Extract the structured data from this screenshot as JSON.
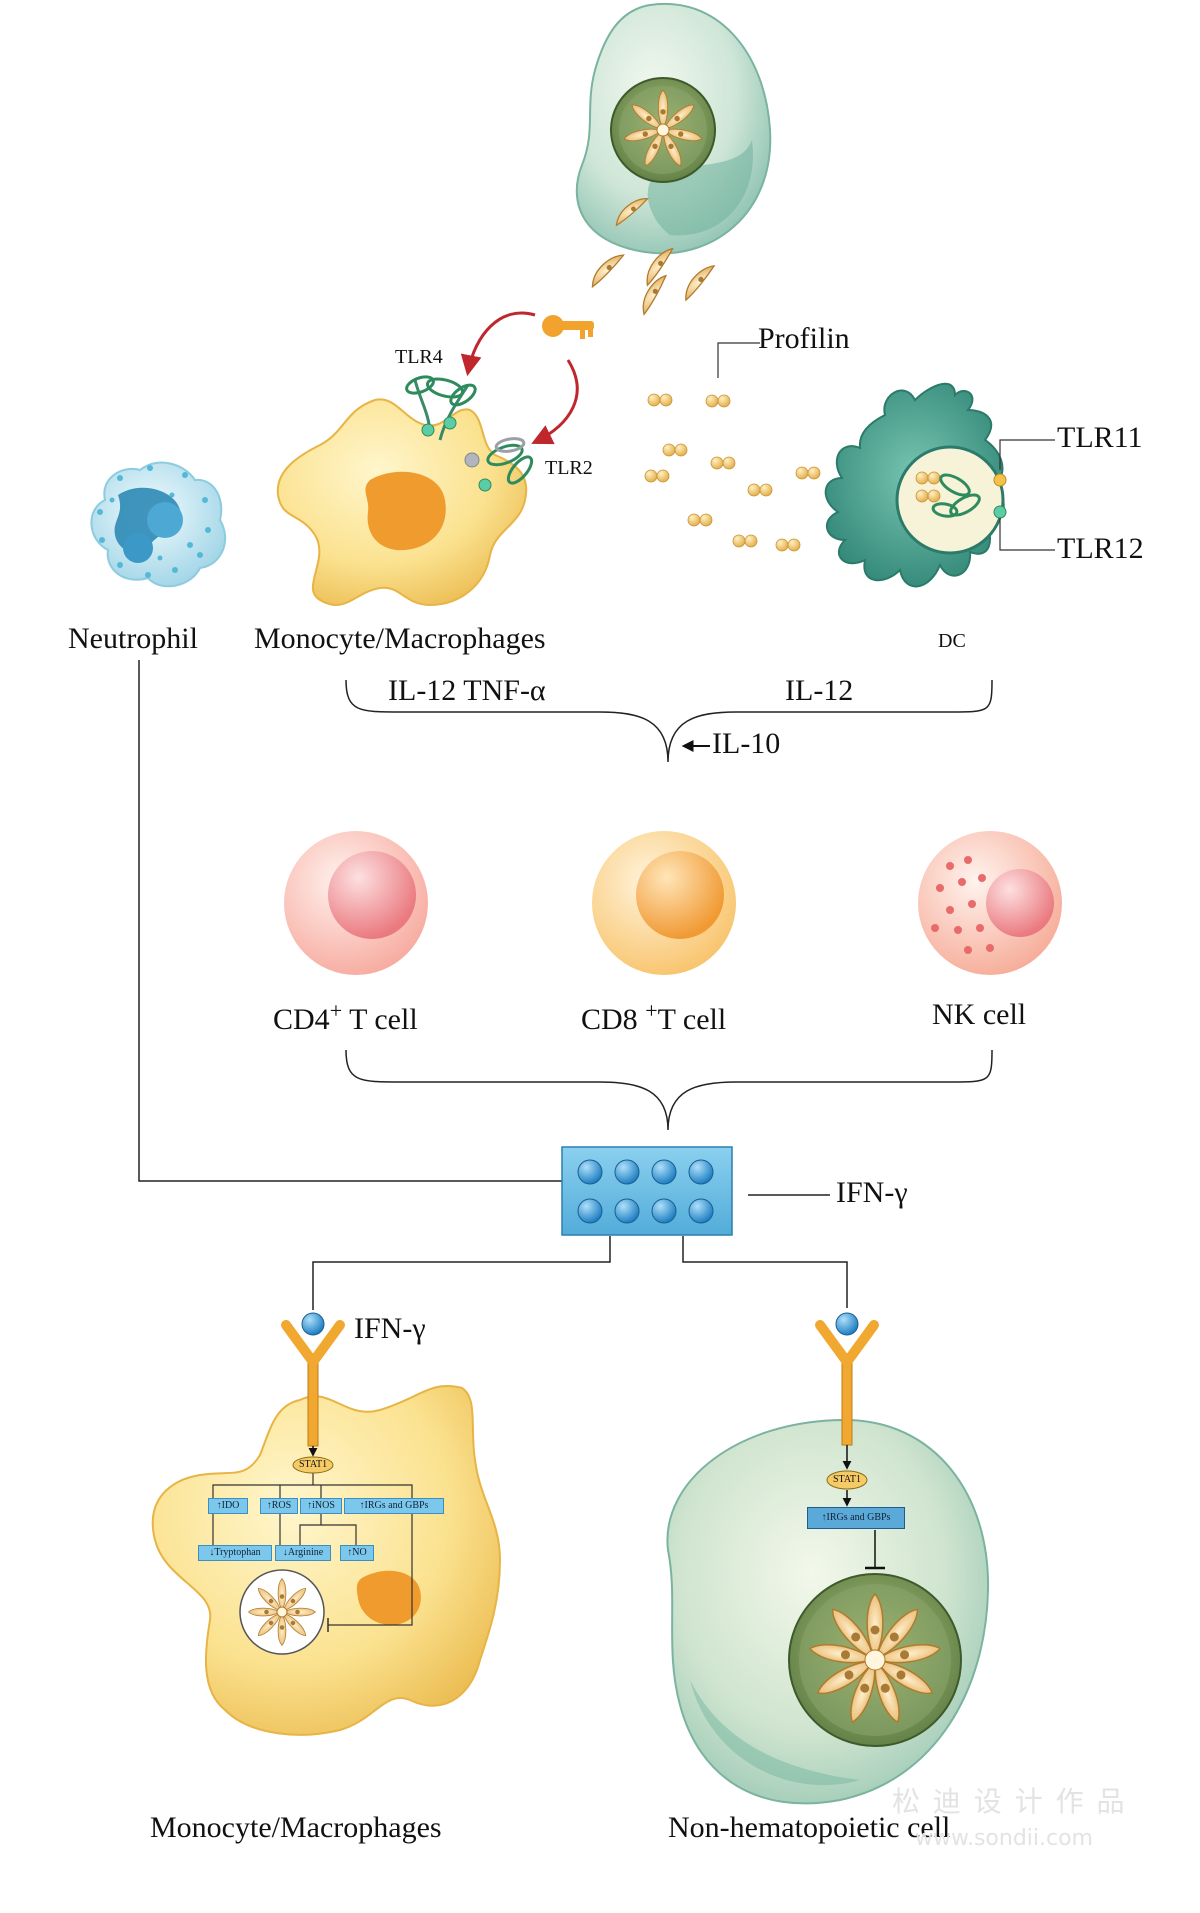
{
  "labels": {
    "profilin": "Profilin",
    "tlr4": "TLR4",
    "tlr2": "TLR2",
    "tlr11": "TLR11",
    "tlr12": "TLR12",
    "neutrophil": "Neutrophil",
    "monocyte_top": "Monocyte/Macrophages",
    "dc": "DC",
    "il12_tnf": "IL-12  TNF-α",
    "il12": "IL-12",
    "il10": "IL-10",
    "cd4": "CD4",
    "cd8": "CD8",
    "tcell": "T cell",
    "sup_plus": "+",
    "nk": "NK  cell",
    "ifn_right": "IFN-γ",
    "ifn_left": "IFN-γ",
    "monocyte_bottom": "Monocyte/Macrophages",
    "nonhemato": "Non-hematopoietic cell"
  },
  "macrophage_pathway": {
    "stat1": "STAT1",
    "row1": [
      "↑IDO",
      "↑ROS",
      "↑iNOS",
      "↑IRGs and GBPs"
    ],
    "row2": [
      "↓Tryptophan",
      "↓Arginine",
      "↑NO"
    ]
  },
  "nonhemato_pathway": {
    "stat1": "STAT1",
    "irgs": "↑IRGs and GBPs"
  },
  "watermark": {
    "line1": "松 迪 设 计 作 品",
    "line2": "www.sondii.com"
  },
  "colors": {
    "macrophage_yellow": "#f8de7c",
    "nucleus_orange": "#ee9f33",
    "dc_teal": "#4ea994",
    "neutrophil_blue": "#bfe6f2",
    "ifn_blue": "#2b93d4",
    "receptor_orange": "#f0a830",
    "inhibition_red": "#c0272d"
  }
}
